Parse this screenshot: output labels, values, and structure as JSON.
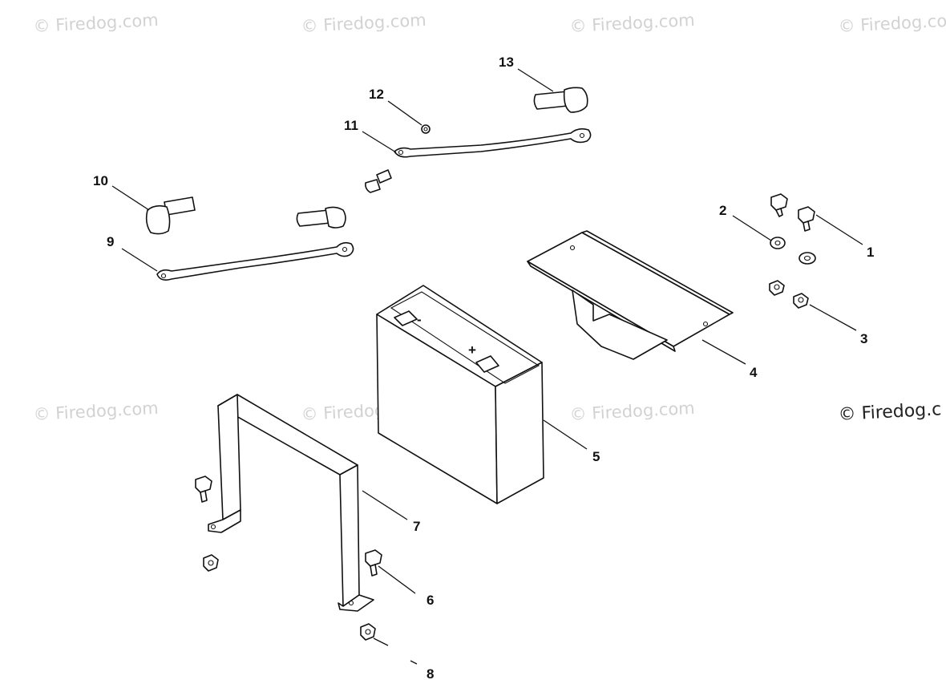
{
  "watermark": {
    "text": "© Firedog.com",
    "text_dark": "© Firedog.c"
  },
  "callouts": [
    {
      "number": "1"
    },
    {
      "number": "2"
    },
    {
      "number": "3"
    },
    {
      "number": "4"
    },
    {
      "number": "5"
    },
    {
      "number": "6"
    },
    {
      "number": "7"
    },
    {
      "number": "8"
    },
    {
      "number": "9"
    },
    {
      "number": "10"
    },
    {
      "number": "11"
    },
    {
      "number": "12"
    },
    {
      "number": "13"
    }
  ],
  "battery": {
    "terminal_negative": "-",
    "terminal_positive": "+"
  }
}
